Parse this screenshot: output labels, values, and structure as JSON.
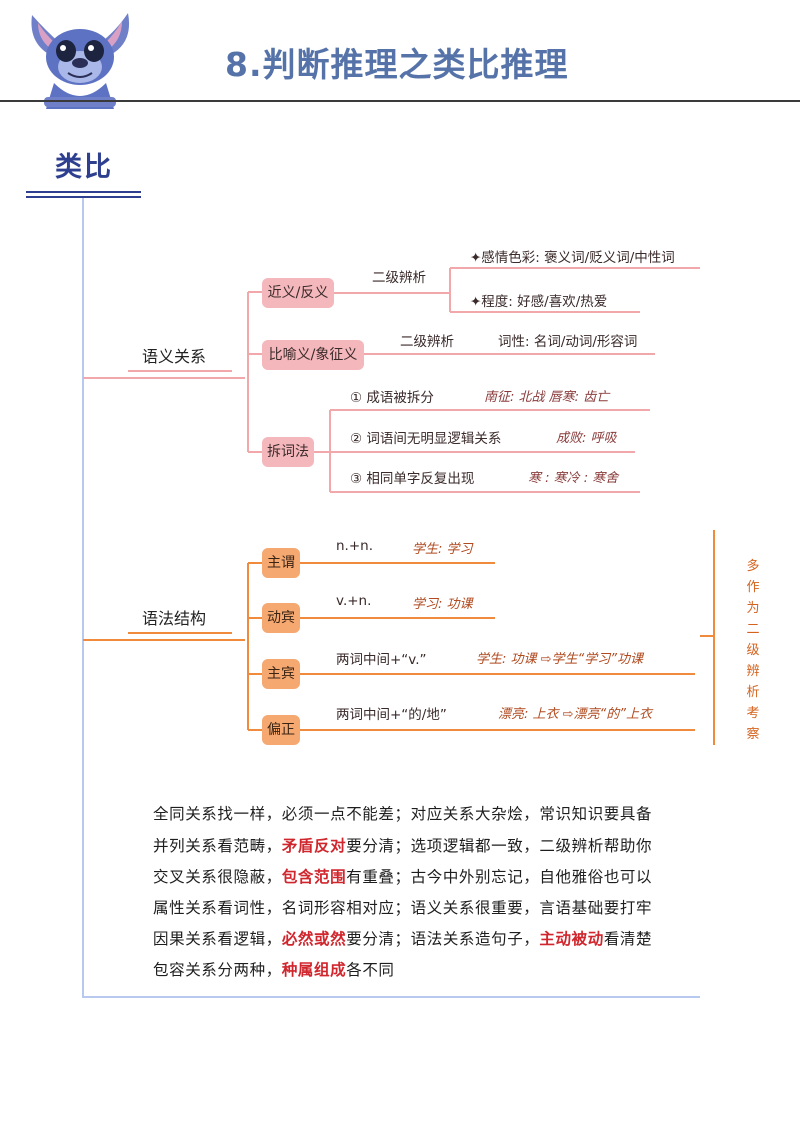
{
  "header": {
    "title": "8.判断推理之类比推理",
    "mascot": "stitch-mascot"
  },
  "section": {
    "title": "类比"
  },
  "semantic": {
    "root": "语义关系",
    "jinyi": {
      "label": "近义/反义",
      "sub": "二级辨析",
      "items": [
        "✦感情色彩: 褒义词/贬义词/中性词",
        "✦程度: 好感/喜欢/热爱"
      ]
    },
    "biyu": {
      "label": "比喻义/象征义",
      "sub": "二级辨析",
      "detail": "词性: 名词/动词/形容词"
    },
    "chaici": {
      "label": "拆词法",
      "items": [
        {
          "text": "① 成语被拆分",
          "example": "南征: 北战   唇寒: 齿亡"
        },
        {
          "text": "② 词语间无明显逻辑关系",
          "example": "成败: 呼吸"
        },
        {
          "text": "③ 相同单字反复出现",
          "example": "寒 : 寒冷 : 寒舍"
        }
      ]
    }
  },
  "grammar": {
    "root": "语法结构",
    "items": [
      {
        "label": "主谓",
        "text": "n.+n.",
        "example": "学生: 学习"
      },
      {
        "label": "动宾",
        "text": "v.+n.",
        "example": "学习: 功课"
      },
      {
        "label": "主宾",
        "text": "两词中间+“v.”",
        "example": "学生: 功课 ⇨学生“学习”功课"
      },
      {
        "label": "偏正",
        "text": "两词中间+“的/地”",
        "example": "漂亮: 上衣 ⇨漂亮“的”上衣"
      }
    ],
    "side_note": "多作为二级辨析考察"
  },
  "rhyme": {
    "lines": [
      [
        {
          "t": "全同关系找一样，必须一点不能差；对应关系大杂烩，常识知识要具备",
          "h": false
        }
      ],
      [
        {
          "t": "并列关系看范畴，",
          "h": false
        },
        {
          "t": "矛盾反对",
          "h": true
        },
        {
          "t": "要分清；选项逻辑都一致，二级辨析帮助你",
          "h": false
        }
      ],
      [
        {
          "t": "交叉关系很隐蔽，",
          "h": false
        },
        {
          "t": "包含范围",
          "h": true
        },
        {
          "t": "有重叠；古今中外别忘记，自他雅俗也可以",
          "h": false
        }
      ],
      [
        {
          "t": "属性关系看词性，名词形容相对应；语义关系很重要，言语基础要打牢",
          "h": false
        }
      ],
      [
        {
          "t": "因果关系看逻辑，",
          "h": false
        },
        {
          "t": "必然或然",
          "h": true
        },
        {
          "t": "要分清；语法关系造句子，",
          "h": false
        },
        {
          "t": "主动被动",
          "h": true
        },
        {
          "t": "看清楚",
          "h": false
        }
      ],
      [
        {
          "t": "包容关系分两种，",
          "h": false
        },
        {
          "t": "种属组成",
          "h": true
        },
        {
          "t": "各不同",
          "h": false
        }
      ]
    ]
  },
  "colors": {
    "title": "#5573a8",
    "section": "#2e3f8f",
    "pink": "#f4b7bb",
    "orange": "#f5a870",
    "highlight": "#d0262d"
  }
}
